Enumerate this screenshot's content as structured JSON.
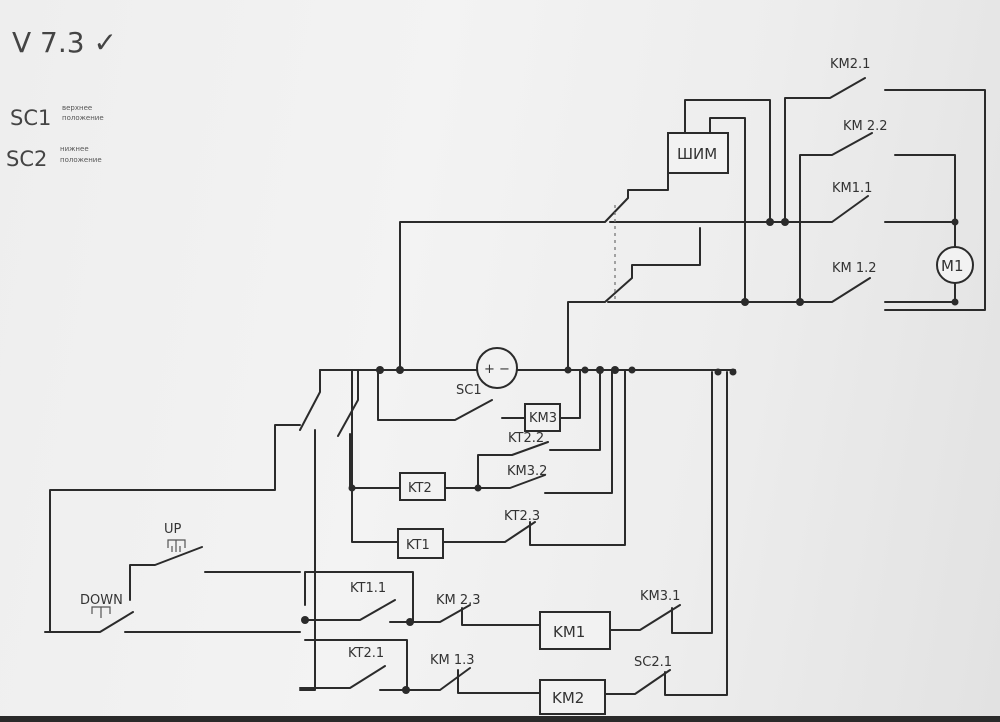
{
  "notes": {
    "version": "V 7.3 ✓",
    "sc1_label": "SC1",
    "sc1_desc_1": "верхнее",
    "sc1_desc_2": "положение",
    "sc2_label": "SC2",
    "sc2_desc_1": "нижнее",
    "sc2_desc_2": "положение"
  },
  "power": {
    "pwm": "ШИМ",
    "motor": "M1",
    "km2_1": "KM2.1",
    "km2_2": "KM 2.2",
    "km1_1": "KM1.1",
    "km1_2": "KM 1.2",
    "source": "+ −"
  },
  "control": {
    "sc1": "SC1",
    "km3": "KM3",
    "kt2_2": "KT2.2",
    "kt2": "KT2",
    "km3_2": "KM3.2",
    "kt2_3": "KT2.3",
    "kt1": "KT1",
    "up": "UP",
    "down": "DOWN",
    "kt1_1": "KT1.1",
    "km2_3": "KM 2.3",
    "km1": "KM1",
    "km3_1": "KM3.1",
    "kt2_1": "KT2.1",
    "km1_3": "KM 1.3",
    "km2": "KM2",
    "sc2_1": "SC2.1"
  }
}
